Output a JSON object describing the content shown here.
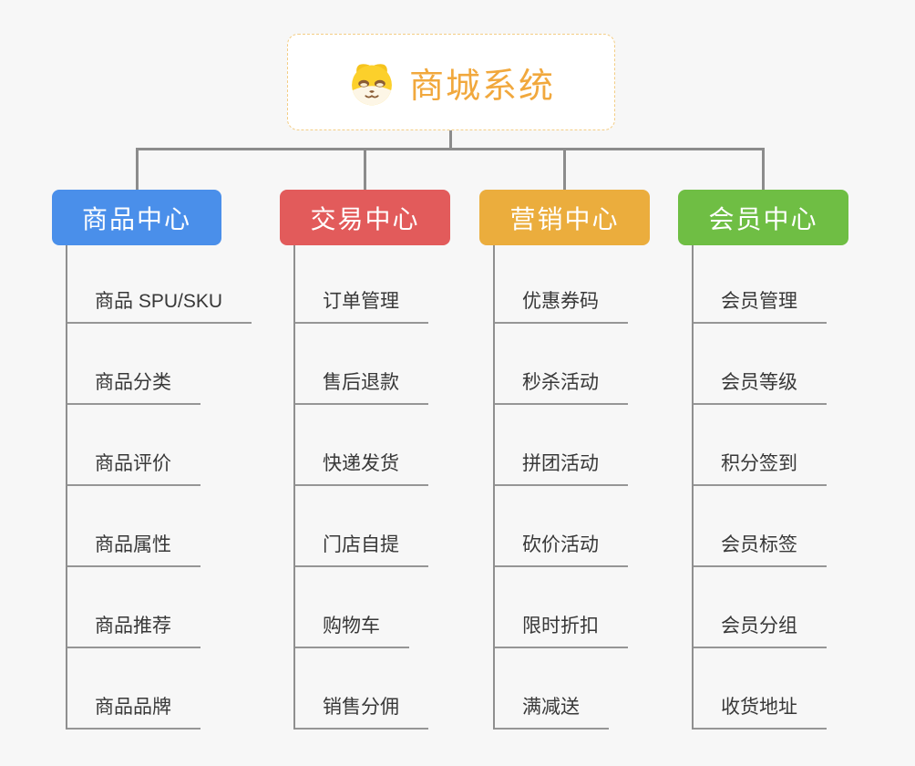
{
  "colors": {
    "background": "#f7f7f7",
    "connector_gray": "#8c8c8c",
    "leaf_underline_gray": "#969696",
    "root_accent_orange": "#f1a83d",
    "root_border_dashed": "#f3cd85"
  },
  "root": {
    "title": "商城系统",
    "title_color": "#f1a83d",
    "icon": "shiba-dog-icon"
  },
  "branches": [
    {
      "label": "商品中心",
      "color": "#4a8fea",
      "children": [
        "商品 SPU/SKU",
        "商品分类",
        "商品评价",
        "商品属性",
        "商品推荐",
        "商品品牌"
      ]
    },
    {
      "label": "交易中心",
      "color": "#e25b5b",
      "children": [
        "订单管理",
        "售后退款",
        "快递发货",
        "门店自提",
        "购物车",
        "销售分佣"
      ]
    },
    {
      "label": "营销中心",
      "color": "#ebad3d",
      "children": [
        "优惠券码",
        "秒杀活动",
        "拼团活动",
        "砍价活动",
        "限时折扣",
        "满减送"
      ]
    },
    {
      "label": "会员中心",
      "color": "#6fbe44",
      "children": [
        "会员管理",
        "会员等级",
        "积分签到",
        "会员标签",
        "会员分组",
        "收货地址"
      ]
    }
  ]
}
